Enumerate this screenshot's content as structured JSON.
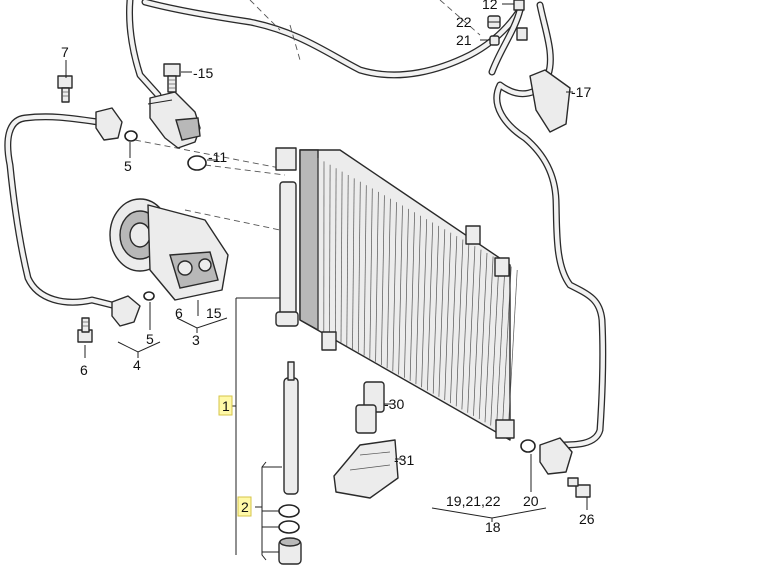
{
  "diagram": {
    "callouts": {
      "c1": "1",
      "c2": "2",
      "c3": "3",
      "c4": "4",
      "c5a": "5",
      "c5b": "5",
      "c6a": "6",
      "c6b": "6",
      "c7": "7",
      "c11": "-11",
      "c12": "12",
      "c15a": "-15",
      "c15b": "15",
      "c17": "-17",
      "c18": "18",
      "c19": "19,21,22",
      "c20": "20",
      "c21": "21",
      "c22": "22",
      "c26": "26",
      "c30": "-30",
      "c31": "-31"
    },
    "highlight_color": "#fff9a8"
  }
}
